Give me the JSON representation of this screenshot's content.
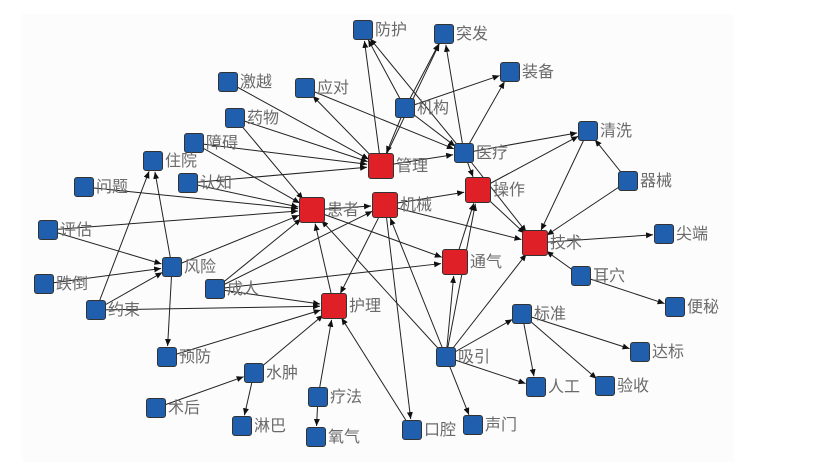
{
  "colors": {
    "core": "#e02027",
    "peripheral": "#1f5fad",
    "label": "#6a6a6a"
  },
  "nodes": [
    {
      "id": "管理",
      "type": "core"
    },
    {
      "id": "患者",
      "type": "core"
    },
    {
      "id": "机械",
      "type": "core"
    },
    {
      "id": "操作",
      "type": "core"
    },
    {
      "id": "通气",
      "type": "core"
    },
    {
      "id": "技术",
      "type": "core"
    },
    {
      "id": "护理",
      "type": "core"
    },
    {
      "id": "防护",
      "type": "peripheral"
    },
    {
      "id": "突发",
      "type": "peripheral"
    },
    {
      "id": "装备",
      "type": "peripheral"
    },
    {
      "id": "激越",
      "type": "peripheral"
    },
    {
      "id": "应对",
      "type": "peripheral"
    },
    {
      "id": "机构",
      "type": "peripheral"
    },
    {
      "id": "药物",
      "type": "peripheral"
    },
    {
      "id": "障碍",
      "type": "peripheral"
    },
    {
      "id": "医疗",
      "type": "peripheral"
    },
    {
      "id": "清洗",
      "type": "peripheral"
    },
    {
      "id": "住院",
      "type": "peripheral"
    },
    {
      "id": "认知",
      "type": "peripheral"
    },
    {
      "id": "问题",
      "type": "peripheral"
    },
    {
      "id": "器械",
      "type": "peripheral"
    },
    {
      "id": "评估",
      "type": "peripheral"
    },
    {
      "id": "风险",
      "type": "peripheral"
    },
    {
      "id": "尖端",
      "type": "peripheral"
    },
    {
      "id": "跌倒",
      "type": "peripheral"
    },
    {
      "id": "成人",
      "type": "peripheral"
    },
    {
      "id": "耳穴",
      "type": "peripheral"
    },
    {
      "id": "约束",
      "type": "peripheral"
    },
    {
      "id": "便秘",
      "type": "peripheral"
    },
    {
      "id": "标准",
      "type": "peripheral"
    },
    {
      "id": "达标",
      "type": "peripheral"
    },
    {
      "id": "预防",
      "type": "peripheral"
    },
    {
      "id": "吸引",
      "type": "peripheral"
    },
    {
      "id": "水肿",
      "type": "peripheral"
    },
    {
      "id": "人工",
      "type": "peripheral"
    },
    {
      "id": "验收",
      "type": "peripheral"
    },
    {
      "id": "术后",
      "type": "peripheral"
    },
    {
      "id": "疗法",
      "type": "peripheral"
    },
    {
      "id": "淋巴",
      "type": "peripheral"
    },
    {
      "id": "口腔",
      "type": "peripheral"
    },
    {
      "id": "声门",
      "type": "peripheral"
    },
    {
      "id": "氧气",
      "type": "peripheral"
    }
  ],
  "edges": [
    [
      "管理",
      "防护"
    ],
    [
      "管理",
      "突发"
    ],
    [
      "机构",
      "防护"
    ],
    [
      "机构",
      "突发"
    ],
    [
      "机构",
      "装备"
    ],
    [
      "医疗",
      "装备"
    ],
    [
      "医疗",
      "突发"
    ],
    [
      "医疗",
      "防护"
    ],
    [
      "机构",
      "管理"
    ],
    [
      "机构",
      "医疗"
    ],
    [
      "应对",
      "医疗"
    ],
    [
      "管理",
      "应对"
    ],
    [
      "激越",
      "管理"
    ],
    [
      "药物",
      "管理"
    ],
    [
      "障碍",
      "管理"
    ],
    [
      "认知",
      "管理"
    ],
    [
      "管理",
      "医疗"
    ],
    [
      "医疗",
      "操作"
    ],
    [
      "药物",
      "患者"
    ],
    [
      "障碍",
      "患者"
    ],
    [
      "认知",
      "患者"
    ],
    [
      "问题",
      "患者"
    ],
    [
      "评估",
      "患者"
    ],
    [
      "风险",
      "患者"
    ],
    [
      "成人",
      "患者"
    ],
    [
      "成人",
      "机械"
    ],
    [
      "护理",
      "患者"
    ],
    [
      "患者",
      "机械"
    ],
    [
      "患者",
      "通气"
    ],
    [
      "机械",
      "操作"
    ],
    [
      "机械",
      "护理"
    ],
    [
      "机械",
      "口腔"
    ],
    [
      "机械",
      "技术"
    ],
    [
      "操作",
      "技术"
    ],
    [
      "通气",
      "操作"
    ],
    [
      "医疗",
      "技术"
    ],
    [
      "清洗",
      "技术"
    ],
    [
      "器械",
      "清洗"
    ],
    [
      "器械",
      "技术"
    ],
    [
      "操作",
      "清洗"
    ],
    [
      "医疗",
      "清洗"
    ],
    [
      "技术",
      "尖端"
    ],
    [
      "耳穴",
      "技术"
    ],
    [
      "耳穴",
      "便秘"
    ],
    [
      "吸引",
      "技术"
    ],
    [
      "吸引",
      "通气"
    ],
    [
      "吸引",
      "操作"
    ],
    [
      "吸引",
      "标准"
    ],
    [
      "吸引",
      "人工"
    ],
    [
      "吸引",
      "声门"
    ],
    [
      "吸引",
      "机械"
    ],
    [
      "吸引",
      "患者"
    ],
    [
      "标准",
      "人工"
    ],
    [
      "标准",
      "验收"
    ],
    [
      "标准",
      "达标"
    ],
    [
      "风险",
      "住院"
    ],
    [
      "约束",
      "住院"
    ],
    [
      "风险",
      "预防"
    ],
    [
      "约束",
      "护理"
    ],
    [
      "预防",
      "护理"
    ],
    [
      "成人",
      "通气"
    ],
    [
      "成人",
      "护理"
    ],
    [
      "水肿",
      "护理"
    ],
    [
      "水肿",
      "淋巴"
    ],
    [
      "术后",
      "水肿"
    ],
    [
      "疗法",
      "护理"
    ],
    [
      "疗法",
      "氧气"
    ],
    [
      "口腔",
      "护理"
    ],
    [
      "评估",
      "风险"
    ],
    [
      "跌倒",
      "风险"
    ],
    [
      "约束",
      "风险"
    ]
  ]
}
